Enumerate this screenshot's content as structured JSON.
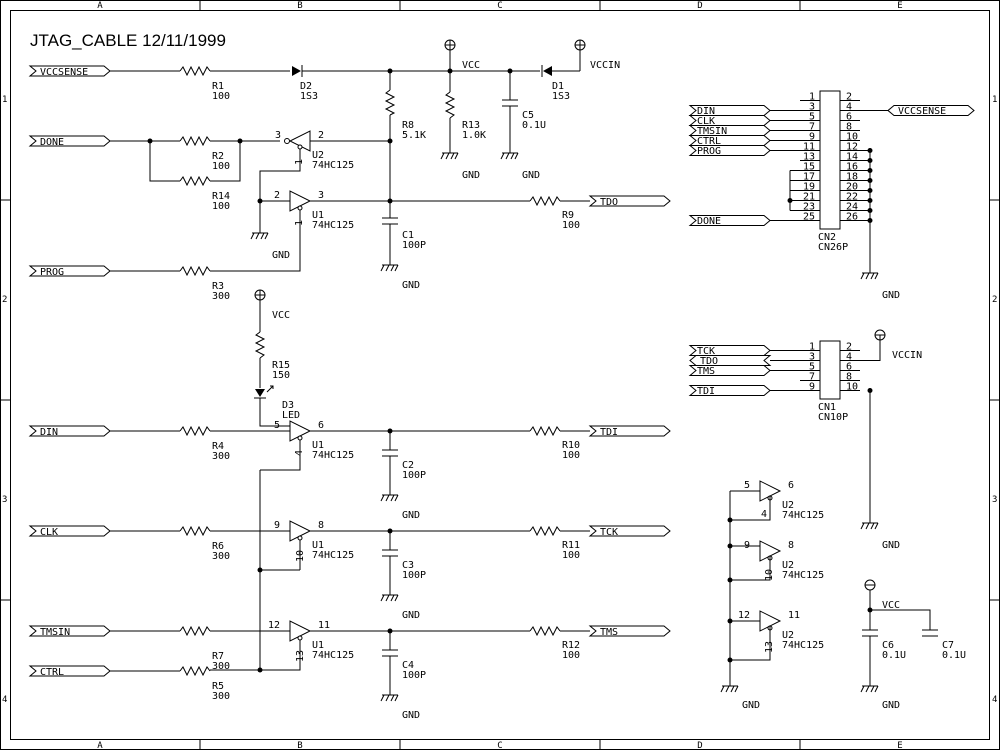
{
  "title": "JTAG_CABLE 12/11/1999",
  "zones": {
    "columns": [
      "A",
      "B",
      "C",
      "D",
      "E"
    ],
    "rows": [
      "1",
      "2",
      "3",
      "4"
    ]
  },
  "ports": {
    "vccsense": "VCCSENSE",
    "done": "DONE",
    "prog": "PROG",
    "din": "DIN",
    "clk": "CLK",
    "tmsin": "TMSIN",
    "ctrl": "CTRL",
    "tdo": "TDO",
    "tdi": "TDI",
    "tck": "TCK",
    "tms": "TMS"
  },
  "power": {
    "vcc": "VCC",
    "vccin": "VCCIN",
    "gnd": "GND"
  },
  "resistors": {
    "r1": {
      "ref": "R1",
      "value": "100"
    },
    "r2": {
      "ref": "R2",
      "value": "100"
    },
    "r14": {
      "ref": "R14",
      "value": "100"
    },
    "r3": {
      "ref": "R3",
      "value": "300"
    },
    "r8": {
      "ref": "R8",
      "value": "5.1K"
    },
    "r13": {
      "ref": "R13",
      "value": "1.0K"
    },
    "r9": {
      "ref": "R9",
      "value": "100"
    },
    "r15": {
      "ref": "R15",
      "value": "150"
    },
    "r4": {
      "ref": "R4",
      "value": "300"
    },
    "r10": {
      "ref": "R10",
      "value": "100"
    },
    "r6": {
      "ref": "R6",
      "value": "300"
    },
    "r11": {
      "ref": "R11",
      "value": "100"
    },
    "r7": {
      "ref": "R7",
      "value": "300"
    },
    "r5": {
      "ref": "R5",
      "value": "300"
    },
    "r12": {
      "ref": "R12",
      "value": "100"
    }
  },
  "diodes": {
    "d1": {
      "ref": "D1",
      "value": "1S3"
    },
    "d2": {
      "ref": "D2",
      "value": "1S3"
    },
    "d3": {
      "ref": "D3",
      "value": "LED"
    }
  },
  "capacitors": {
    "c1": {
      "ref": "C1",
      "value": "100P"
    },
    "c2": {
      "ref": "C2",
      "value": "100P"
    },
    "c3": {
      "ref": "C3",
      "value": "100P"
    },
    "c4": {
      "ref": "C4",
      "value": "100P"
    },
    "c5": {
      "ref": "C5",
      "value": "0.1U"
    },
    "c6": {
      "ref": "C6",
      "value": "0.1U"
    },
    "c7": {
      "ref": "C7",
      "value": "0.1U"
    }
  },
  "buffers": {
    "u2a": {
      "ref": "U2",
      "part": "74HC125",
      "pins": [
        "3",
        "2",
        "1"
      ]
    },
    "u1a": {
      "ref": "U1",
      "part": "74HC125",
      "pins": [
        "2",
        "3",
        "1"
      ]
    },
    "u1b": {
      "ref": "U1",
      "part": "74HC125",
      "pins": [
        "5",
        "6",
        "4"
      ]
    },
    "u1c": {
      "ref": "U1",
      "part": "74HC125",
      "pins": [
        "9",
        "8",
        "10"
      ]
    },
    "u1d": {
      "ref": "U1",
      "part": "74HC125",
      "pins": [
        "12",
        "11",
        "13"
      ]
    },
    "u2b": {
      "ref": "U2",
      "part": "74HC125",
      "pins": [
        "5",
        "6",
        "4"
      ]
    },
    "u2c": {
      "ref": "U2",
      "part": "74HC125",
      "pins": [
        "9",
        "8",
        "10"
      ]
    },
    "u2d": {
      "ref": "U2",
      "part": "74HC125",
      "pins": [
        "12",
        "11",
        "13"
      ]
    }
  },
  "cn2": {
    "ref": "CN2",
    "part": "CN26P",
    "left_pins": [
      "1",
      "3",
      "5",
      "7",
      "9",
      "11",
      "13",
      "15",
      "17",
      "19",
      "21",
      "23",
      "25"
    ],
    "right_pins": [
      "2",
      "4",
      "6",
      "8",
      "10",
      "12",
      "14",
      "16",
      "18",
      "20",
      "22",
      "24",
      "26"
    ],
    "signals": [
      "DIN",
      "CLK",
      "TMSIN",
      "CTRL",
      "PROG"
    ]
  },
  "cn1": {
    "ref": "CN1",
    "part": "CN10P",
    "left_pins": [
      "1",
      "3",
      "5",
      "7",
      "9"
    ],
    "right_pins": [
      "2",
      "4",
      "6",
      "8",
      "10"
    ],
    "signals": [
      "TCK",
      "TDO",
      "TMS",
      "TDI"
    ]
  }
}
